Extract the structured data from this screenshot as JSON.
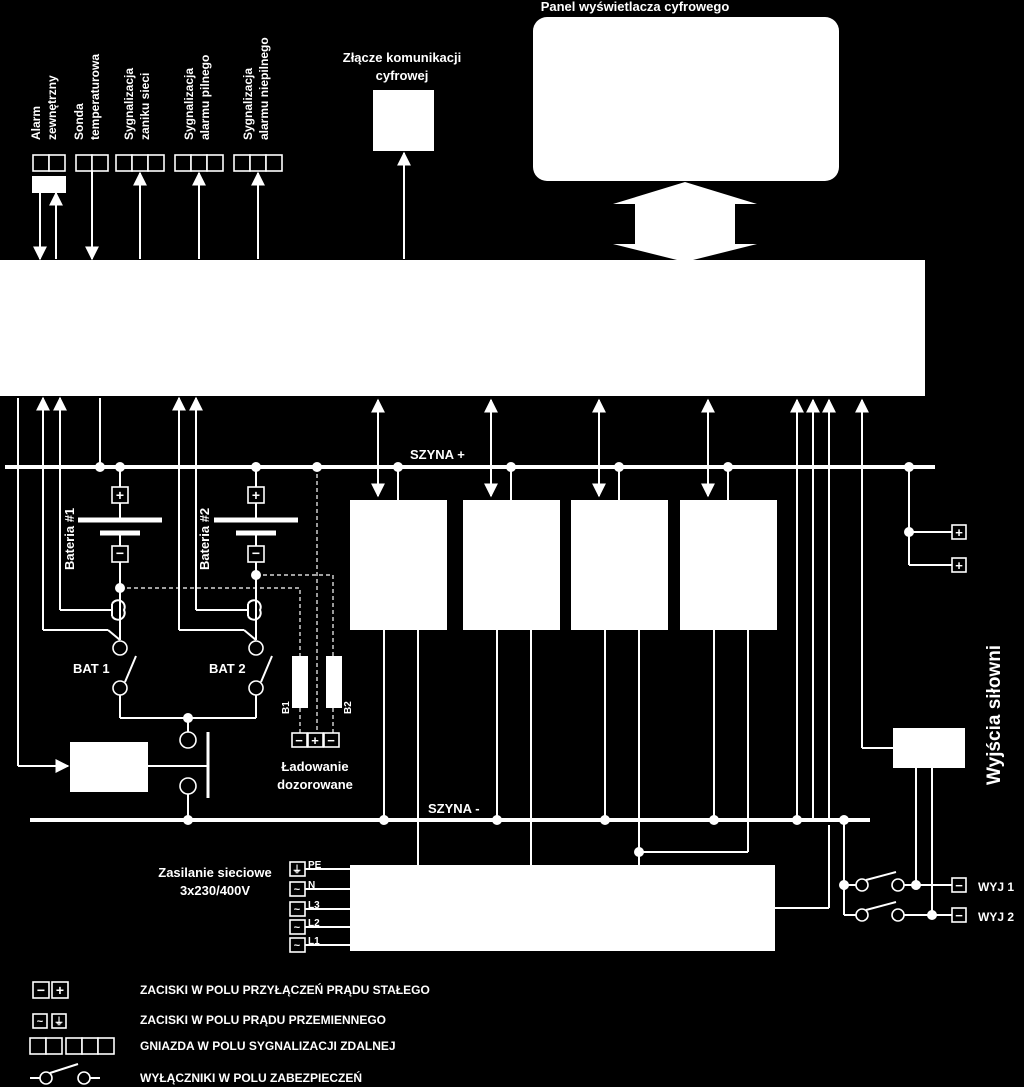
{
  "labels": {
    "display_panel": "Panel wyświetlacza cyfrowego",
    "comm_line1": "Złącze komunikacji",
    "comm_line2": "cyfrowej",
    "sig_alarm_ext_1": "Alarm",
    "sig_alarm_ext_2": "zewnętrzny",
    "sig_temp_1": "Sonda",
    "sig_temp_2": "temperaturowa",
    "sig_mains_1": "Sygnalizacja",
    "sig_mains_2": "zaniku sieci",
    "sig_urgent_1": "Sygnalizacja",
    "sig_urgent_2": "alarmu pilnego",
    "sig_nonurgent_1": "Sygnalizacja",
    "sig_nonurgent_2": "alarmu niepilnego",
    "bus_plus": "SZYNA +",
    "bus_minus": "SZYNA -",
    "battery1": "Bateria #1",
    "battery2": "Bateria #2",
    "bat1_switch": "BAT 1",
    "bat2_switch": "BAT 2",
    "fuse_b1": "B1",
    "fuse_b2": "B2",
    "charging_1": "Ładowanie",
    "charging_2": "dozorowane",
    "mains_1": "Zasilanie sieciowe",
    "mains_2": "3x230/400V",
    "pe": "PE",
    "n": "N",
    "l3": "L3",
    "l2": "L2",
    "l1": "L1",
    "outputs": "Wyjścia siłowni",
    "out1": "WYJ 1",
    "out2": "WYJ 2",
    "plus_sign": "+",
    "minus_sign": "−",
    "ac_sign": "~",
    "earth_sign": "⏚"
  },
  "legend": {
    "dc_terminals": "ZACISKI W POLU PRZYŁĄCZEŃ PRĄDU STAŁEGO",
    "ac_terminals": "ZACISKI W POLU PRĄDU PRZEMIENNEGO",
    "signal_sockets": "GNIAZDA W POLU SYGNALIZACJI ZDALNEJ",
    "breakers": "WYŁĄCZNIKI W POLU ZABEZPIECZEŃ"
  }
}
